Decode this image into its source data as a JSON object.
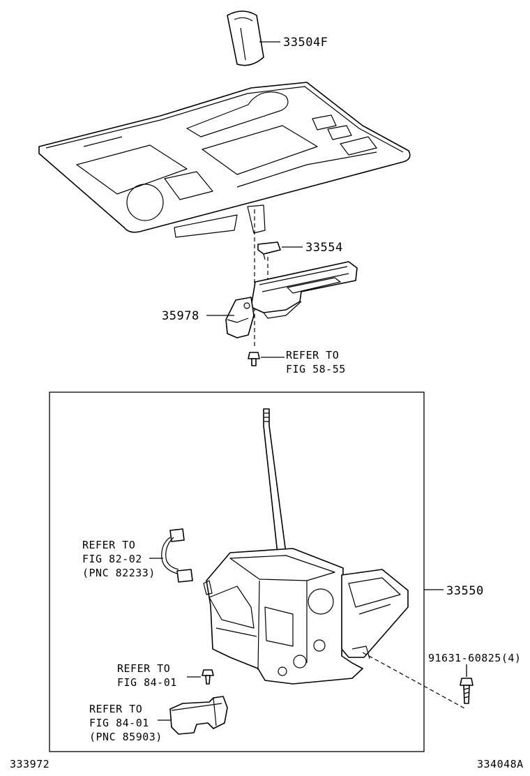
{
  "figure": {
    "left_code": "333972",
    "right_code": "334048A"
  },
  "callouts": {
    "knob": "33504F",
    "clip": "33554",
    "indicator": "35978",
    "shift_assembly": "33550",
    "bolt": "91631-60825(4)",
    "screw_refer_1": "REFER TO",
    "screw_refer_2": "FIG 58-55",
    "harness_refer_1": "REFER TO",
    "harness_refer_2": "FIG 82-02",
    "harness_refer_3": "(PNC 82233)",
    "bolt_refer_1": "REFER TO",
    "bolt_refer_2": "FIG 84-01",
    "cover_refer_1": "REFER TO",
    "cover_refer_2": "FIG 84-01",
    "cover_refer_3": "(PNC 85903)"
  },
  "icons": [
    "shift-knob",
    "console-panel",
    "clip",
    "position-indicator",
    "screw",
    "wire-harness",
    "shift-lever-assembly",
    "bolt",
    "cover"
  ]
}
